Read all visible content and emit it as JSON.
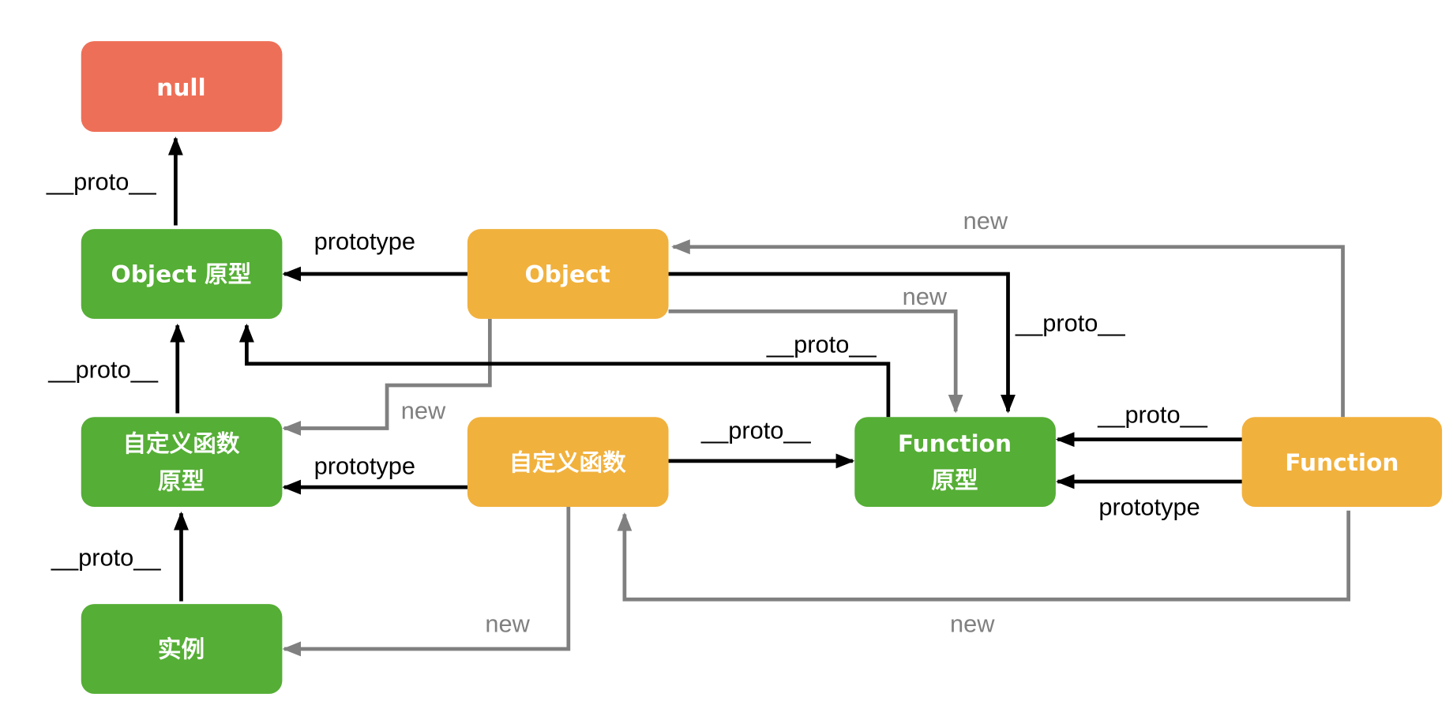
{
  "colors": {
    "null_box": "#EE6F57",
    "prototype_box": "#55AE35",
    "constructor_box": "#F1B13D",
    "proto_link": "#000000",
    "new_link": "#808080"
  },
  "nodes": {
    "null": "null",
    "object_prototype": "Object 原型",
    "custom_fn_prototype_line1": "自定义函数",
    "custom_fn_prototype_line2": "原型",
    "instance": "实例",
    "object": "Object",
    "custom_fn": "自定义函数",
    "function_prototype_line1": "Function",
    "function_prototype_line2": "原型",
    "function": "Function"
  },
  "edges": {
    "objproto_to_null": "__proto__",
    "object_to_objproto": "prototype",
    "customproto_to_objproto": "__proto__",
    "instance_to_customproto": "__proto__",
    "customfn_to_customproto": "prototype",
    "customfn_to_fnproto": "__proto__",
    "fnproto_to_objproto": "__proto__",
    "object_to_fnproto_proto": "__proto__",
    "object_new_fnproto": "new",
    "object_new_customproto": "new",
    "customfn_new_instance": "new",
    "function_proto_fnproto": "__proto__",
    "function_prototype_fnproto": "prototype",
    "function_new_object": "new",
    "function_new_customfn": "new"
  }
}
